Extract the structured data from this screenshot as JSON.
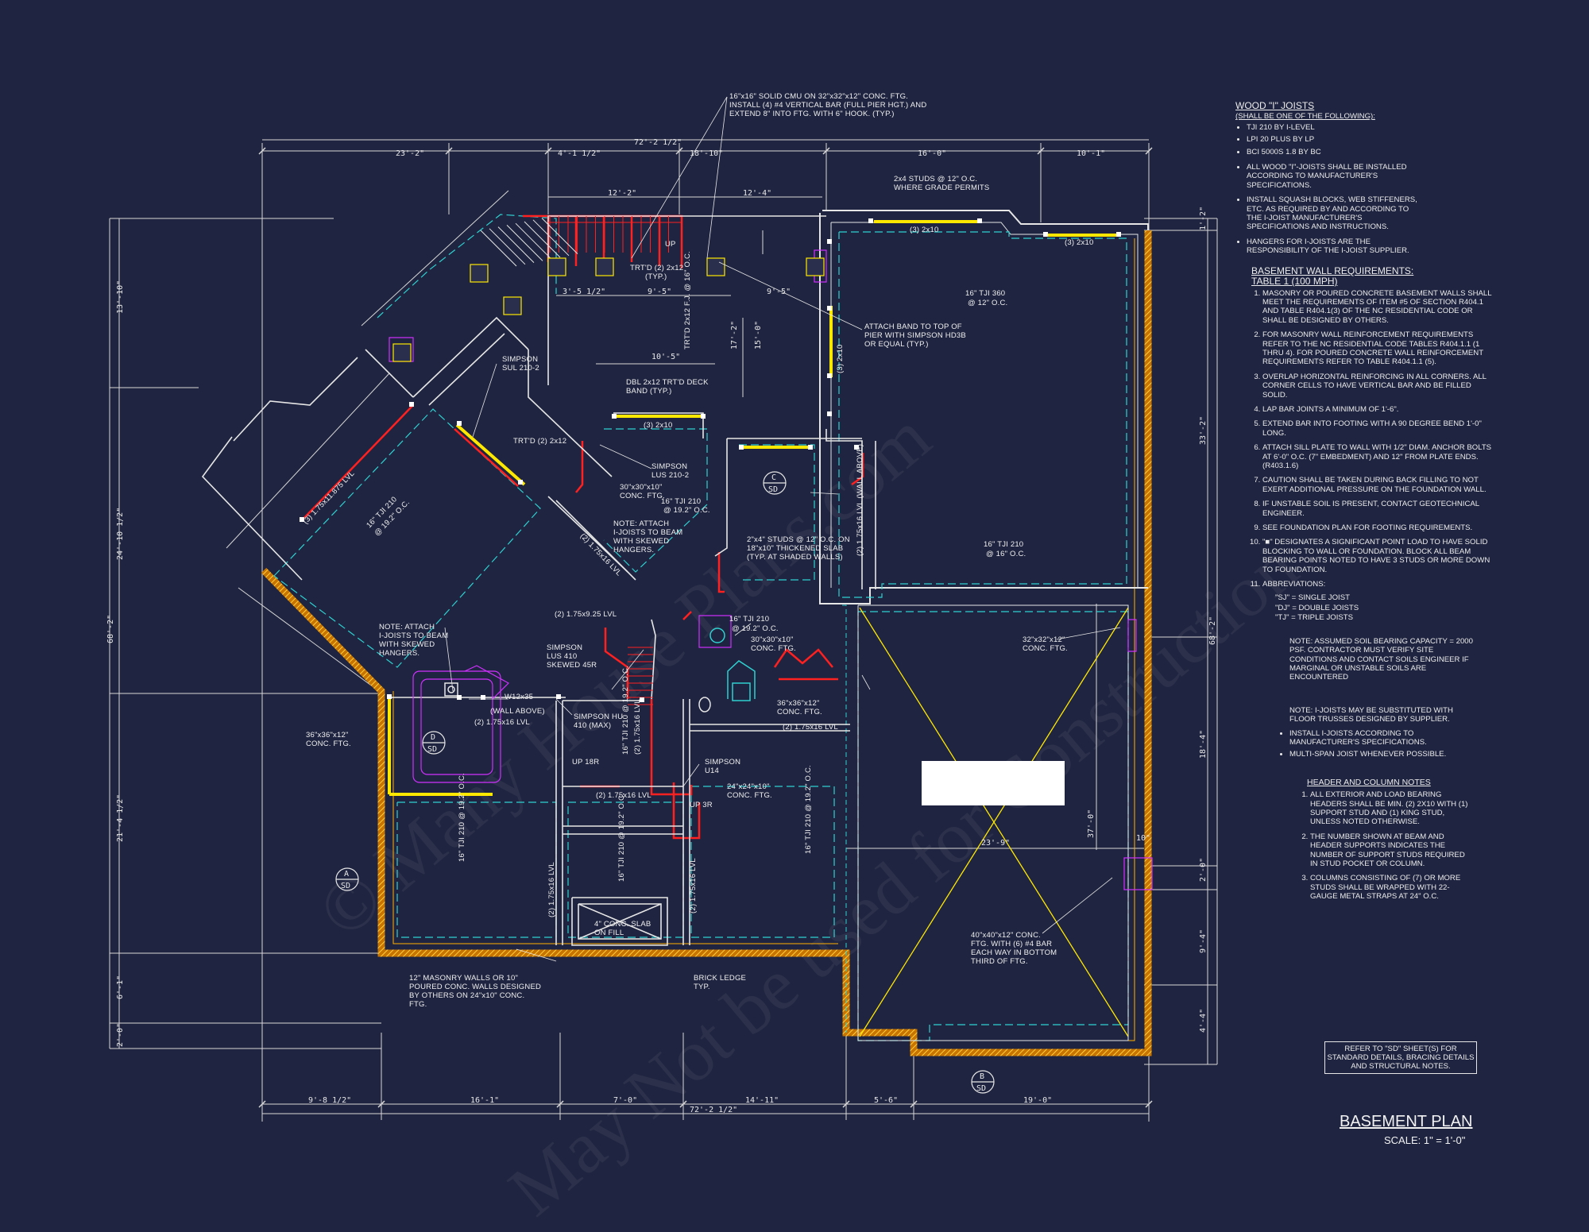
{
  "plan": {
    "dims_top": [
      "23'-2\"",
      "4'-1 1/2\"",
      "72'-2 1/2\"",
      "18'-10\"",
      "16'-0\"",
      "10'-1\"",
      "12'-2\"",
      "12'-4\""
    ],
    "dims_bottom": [
      "9'-8 1/2\"",
      "16'-1\"",
      "7'-0\"",
      "14'-11\"",
      "5'-6\"",
      "19'-0\"",
      "72'-2 1/2\""
    ],
    "dims_left": [
      "13'-10\"",
      "24'-10 1/2\"",
      "68'-2\"",
      "21'-4 1/2\"",
      "6'-1\"",
      "2'-0\""
    ],
    "dims_right": [
      "1'-2\"",
      "33'-2\"",
      "68'-2\"",
      "18'-4\"",
      "2'-0\"",
      "9'-4\"",
      "4'-4\""
    ],
    "dims_inner": [
      "3'-5 1/2\"",
      "9'-5\"",
      "9'-5\"",
      "10'-5\"",
      "17'-2\"",
      "15'-0\"",
      "23'-9\"",
      "37'-0\"",
      "10\""
    ],
    "labels": {
      "pier_note": "16\"x16\" SOLID CMU ON 32\"x32\"x12\" CONC. FTG.  INSTALL (4) #4 VERTICAL BAR (FULL PIER HGT.) AND EXTEND 8\" INTO FTG. WITH 6\" HOOK. (TYP.)",
      "studs_grade": "2x4 STUDS @ 12\" O.C. WHERE GRADE PERMITS",
      "hdr_2x10_a": "(3) 2x10",
      "hdr_2x10_b": "(3) 2x10",
      "hdr_2x10_c": "(3) 2x10",
      "hdr_2x10_v": "(3) 2x10",
      "tji360": "16\" TJI 360",
      "tji360_oc": "@ 12\" O.C.",
      "attach_band": "ATTACH BAND TO TOP OF PIER WITH SIMPSON HD3B OR EQUAL (TYP.)",
      "trtd_2x12": "TRT'D (2) 2x12",
      "typ": "(TYP.)",
      "trtd_fj": "TRT'D 2x12 F.J. @ 16\" O.C.",
      "up": "UP",
      "simpson_sul": "SIMPSON SUL 210-2",
      "dbl_band": "DBL 2x12 TRT'D DECK BAND (TYP.)",
      "trtd_2x12b": "TRT'D (2) 2x12",
      "simpson_lus": "SIMPSON LUS 210-2",
      "conc_30": "30\"x30\"x10\" CONC. FTG.",
      "tji210_a": "16\" TJI 210",
      "tji210_a_oc": "@ 19.2\" O.C.",
      "note_attach_a": "NOTE: ATTACH I-JOISTS TO BEAM WITH SKEWED HANGERS.",
      "studs_shaded": "2\"x4\" STUDS @ 12\" O.C. ON 18\"x10\" THICKENED SLAB (TYP. AT SHADED WALLS)",
      "lvl_175_118": "(3) 1.75x11.875 LVL",
      "tji210_b": "16\" TJI 210",
      "tji210_b_oc": "@ 19.2\" O.C.",
      "lvl_diag": "(2) 1.75x16 LVL",
      "lvl_925": "(2) 1.75x9.25 LVL",
      "lvl_wall_above": "(2) 1.75x16 LVL (WALL ABOVE)",
      "tji210_c": "16\" TJI 210",
      "tji210_c_oc": "@ 16\" O.C.",
      "tji210_d": "16\" TJI 210",
      "tji210_d_oc": "@ 19.2\" O.C.",
      "note_attach_b": "NOTE: ATTACH I-JOISTS TO BEAM WITH SKEWED HANGERS.",
      "simpson_lus410": "SIMPSON LUS 410 SKEWED 45R",
      "conc_30b": "30\"x30\"x10\" CONC. FTG.",
      "conc_32": "32\"x32\"x12\" CONC. FTG.",
      "conc_36a": "36\"x36\"x12\" CONC. FTG.",
      "conc_36b": "36\"x36\"x12\" CONC. FTG.",
      "w12x35": "W12x35",
      "wall_above": "(WALL ABOVE)",
      "lvl_16a": "(2) 1.75x16 LVL",
      "simpson_hu": "SIMPSON HU 410 (MAX)",
      "lvl_16b": "(2) 1.75x16 LVL",
      "lvl_16c": "(2) 1.75x16 LVL",
      "up18r": "UP 18R",
      "simpson_u14": "SIMPSON U14",
      "conc_24": "24\"x24\"x10\" CONC. FTG.",
      "up3r": "UP 3R",
      "tji_left": "16\" TJI 210 @ 19.2\" O.C.",
      "tji_mid": "16\" TJI 210 @ 19.2\" O.C.",
      "tji_mid2": "16\" TJI 210 @ 19.2\" O.C.",
      "tji_right": "16\" TJI 210 @ 19.2\" O.C.",
      "lvl_v1": "(2) 1.75x16 LVL",
      "lvl_v2": "(2) 1.75x16 LVL",
      "lvl_v3": "(2) 1.75x16 LVL",
      "conc_slab": "4\" CONC. SLAB ON FILL",
      "masonry_walls": "12\" MASONRY WALLS OR 10\" POURED CONC. WALLS DESIGNED BY OTHERS ON 24\"x10\" CONC. FTG.",
      "brick_ledge": "BRICK LEDGE TYP.",
      "conc_40": "40\"x40\"x12\" CONC. FTG. WITH (6) #4 BAR EACH WAY IN BOTTOM THIRD OF FTG.",
      "sec_a": "A",
      "sec_b": "B",
      "sec_c": "C",
      "sec_d": "D",
      "sd": "SD"
    }
  },
  "notes": {
    "joists_title": "WOOD \"I\" JOISTS",
    "joists_sub": "(SHALL BE ONE OF THE FOLLOWING):",
    "joists_list": [
      "TJI 210 BY I-LEVEL",
      "LPI 20 PLUS BY LP",
      "BCI 5000s 1.8 BY BC"
    ],
    "joists_notes": [
      "ALL WOOD \"I\"-JOISTS SHALL BE INSTALLED ACCORDING TO MANUFACTURER'S SPECIFICATIONS.",
      "INSTALL SQUASH BLOCKS, WEB STIFFENERS, ETC. AS REQUIRED BY AND ACCORDING TO THE I-JOIST MANUFACTURER'S SPECIFICATIONS AND INSTRUCTIONS.",
      "HANGERS FOR I-JOISTS ARE THE RESPONSIBILITY OF THE I-JOIST SUPPLIER."
    ],
    "bwr_title": "BASEMENT WALL REQUIREMENTS:",
    "bwr_sub": "TABLE 1 (100 MPH)",
    "bwr_list": [
      "MASONRY OR POURED CONCRETE BASEMENT WALLS SHALL MEET THE REQUIREMENTS OF ITEM #5 OF SECTION R404.1 AND TABLE R404.1(3) OF THE NC RESIDENTIAL CODE OR SHALL BE DESIGNED BY OTHERS.",
      "FOR MASONRY WALL REINFORCEMENT REQUIREMENTS REFER TO THE NC RESIDENTIAL CODE TABLES R404.1.1 (1 THRU 4). FOR POURED CONCRETE WALL REINFORCEMENT REQUIREMENTS REFER TO TABLE R404.1.1 (5).",
      "OVERLAP HORIZONTAL REINFORCING IN ALL CORNERS.  ALL CORNER CELLS TO HAVE VERTICAL BAR AND BE FILLED SOLID.",
      "LAP BAR JOINTS A MINIMUM OF 1'-6\".",
      "EXTEND BAR INTO FOOTING WITH A 90 DEGREE BEND 1'-0\" LONG.",
      "ATTACH SILL PLATE TO WALL WITH 1/2\" DIAM. ANCHOR BOLTS AT 6'-0\" O.C. (7\" EMBEDMENT) AND 12\" FROM PLATE ENDS. (R403.1.6)",
      "CAUTION SHALL BE TAKEN DURING BACK FILLING TO NOT EXERT ADDITIONAL PRESSURE ON THE FOUNDATION WALL.",
      "IF UNSTABLE SOIL IS PRESENT, CONTACT GEOTECHNICAL ENGINEER.",
      "SEE FOUNDATION PLAN FOR FOOTING REQUIREMENTS.",
      "\"■\" DESIGNATES A SIGNIFICANT POINT LOAD TO HAVE SOLID BLOCKING TO WALL OR FOUNDATION.  BLOCK ALL BEAM BEARING POINTS NOTED TO HAVE 3 STUDS OR MORE DOWN TO FOUNDATION.",
      "ABBREVIATIONS:"
    ],
    "abbrev": [
      "\"SJ\" = SINGLE JOIST",
      "\"DJ\" = DOUBLE JOISTS",
      "\"TJ\" = TRIPLE JOISTS"
    ],
    "soil_note": "NOTE: ASSUMED SOIL BEARING CAPACITY = 2000 PSF. CONTRACTOR MUST VERIFY SITE CONDITIONS AND CONTACT SOILS ENGINEER IF MARGINAL OR UNSTABLE SOILS ARE ENCOUNTERED",
    "truss_note": "NOTE: I-JOISTS MAY BE SUBSTITUTED WITH FLOOR TRUSSES DESIGNED BY SUPPLIER.",
    "truss_bullets": [
      "INSTALL I-JOISTS ACCORDING TO MANUFACTURER'S SPECIFICATIONS.",
      "MULTI-SPAN JOIST WHENEVER POSSIBLE."
    ],
    "hdr_title": "HEADER AND COLUMN NOTES",
    "hdr_list": [
      "ALL EXTERIOR AND LOAD BEARING HEADERS SHALL BE MIN. (2) 2x10 WITH (1) SUPPORT STUD AND (1) KING STUD, UNLESS NOTED OTHERWISE.",
      "THE NUMBER SHOWN AT BEAM AND HEADER SUPPORTS INDICATES THE NUMBER OF SUPPORT STUDS REQUIRED IN STUD POCKET OR COLUMN.",
      "COLUMNS CONSISTING OF (7) OR MORE STUDS SHALL BE WRAPPED WITH 22-GAUGE METAL STRAPS AT 24\" O.C."
    ],
    "ref_box": "REFER TO \"SD\" SHEET(S) FOR STANDARD DETAILS, BRACING DETAILS AND STRUCTURAL NOTES."
  },
  "title": {
    "name": "BASEMENT PLAN",
    "scale": "SCALE: 1\" = 1'-0\""
  },
  "watermark": {
    "line1": "© Many House Plans.com",
    "line2": "May Not be used for Construction"
  },
  "colors": {
    "background": "#1f2440",
    "line": "#e6e6e6",
    "wall": "#ffb000",
    "beam_red": "#ff2020",
    "header_yellow": "#ffe800",
    "dash_cyan": "#2fd0d0",
    "magenta": "#d030ff"
  }
}
